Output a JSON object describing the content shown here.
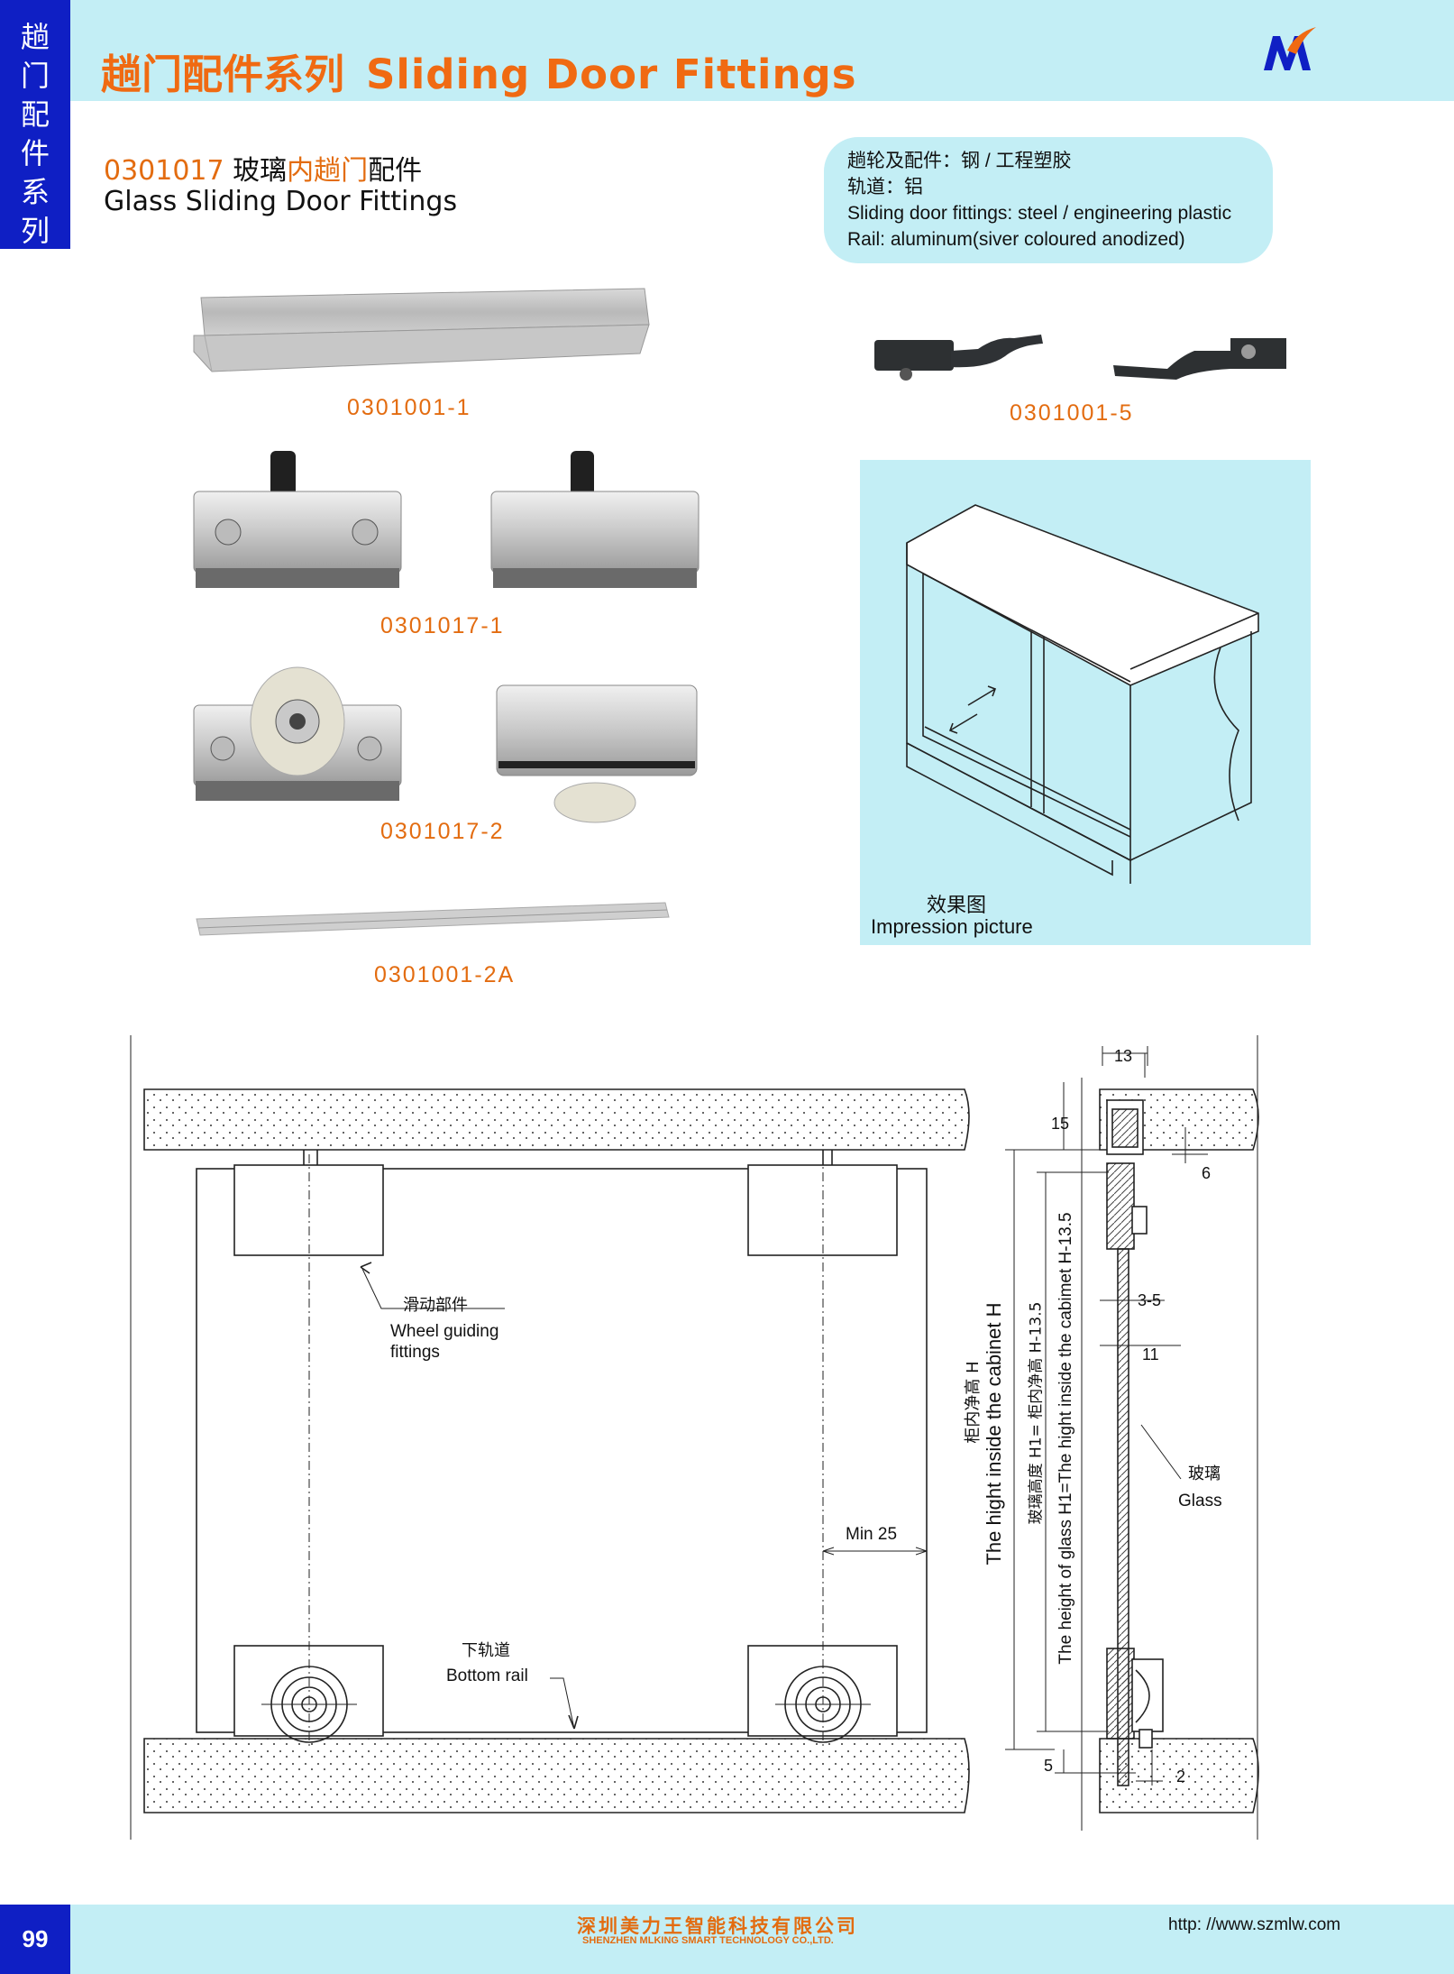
{
  "header": {
    "side_tab": [
      "趟",
      "门",
      "配",
      "件",
      "系",
      "列"
    ],
    "title_cn": "趟门配件系列",
    "title_en": "Sliding Door Fittings"
  },
  "product": {
    "code": "0301017",
    "name_part1": "玻璃",
    "name_part2": "内趟门",
    "name_part3": "配件",
    "name_en": "Glass Sliding Door Fittings"
  },
  "specs": [
    "趟轮及配件：钢 / 工程塑胶",
    "轨道：铝",
    "Sliding door fittings: steel / engineering plastic",
    "Rail: aluminum(siver coloured anodized)"
  ],
  "parts": {
    "p1": "0301001-1",
    "p2": "0301017-1",
    "p3": "0301017-2",
    "p4": "0301001-2A",
    "p5": "0301001-5"
  },
  "impression": {
    "label_cn": "效果图",
    "label_en": "Impression picture"
  },
  "drawing": {
    "wheel_cn": "滑动部件",
    "wheel_en1": "Wheel guiding",
    "wheel_en2": "fittings",
    "rail_cn": "下轨道",
    "rail_en": "Bottom rail",
    "min": "Min 25",
    "dim_13": "13",
    "dim_15": "15",
    "dim_6": "6",
    "dim_35": "3-5",
    "dim_11": "11",
    "dim_5": "5",
    "dim_2": "2",
    "glass_cn": "玻璃",
    "glass_en": "Glass",
    "h_cn": "柜内净高 H",
    "h_en": "The hight inside the cabinet H",
    "h1_cn": "玻璃高度  H1=  柜内净高  H-13.5",
    "h1_en": "The height of glass H1=The hight inside the cabimet H-13.5"
  },
  "footer": {
    "page": "99",
    "company_cn": "深圳美力王智能科技有限公司",
    "company_en": "SHENZHEN MLKING SMART TECHNOLOGY CO.,LTD.",
    "url": "http: //www.szmlw.com"
  },
  "colors": {
    "accent": "#e36c10",
    "band": "#c3eef5",
    "tab": "#0f1fc4"
  }
}
